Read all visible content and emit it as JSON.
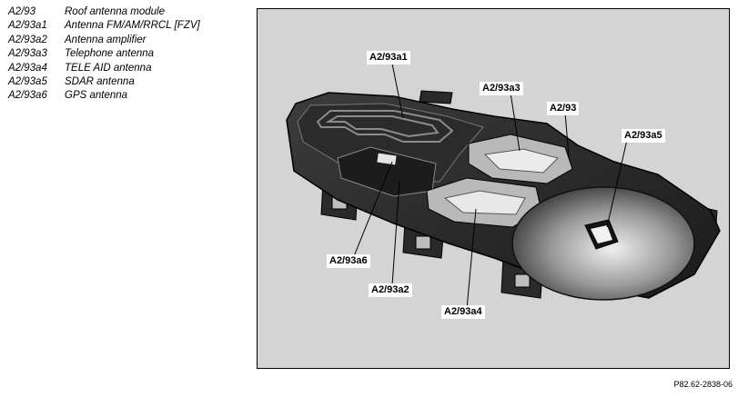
{
  "legend": [
    {
      "code": "A2/93",
      "description": "Roof antenna module"
    },
    {
      "code": "A2/93a1",
      "description": "Antenna FM/AM/RRCL [FZV]"
    },
    {
      "code": "A2/93a2",
      "description": "Antenna amplifier"
    },
    {
      "code": "A2/93a3",
      "description": "Telephone antenna"
    },
    {
      "code": "A2/93a4",
      "description": "TELE AID antenna"
    },
    {
      "code": "A2/93a5",
      "description": "SDAR antenna"
    },
    {
      "code": "A2/93a6",
      "description": "GPS antenna"
    }
  ],
  "callouts": {
    "a1": "A2/93a1",
    "a3": "A2/93a3",
    "main": "A2/93",
    "a5": "A2/93a5",
    "a6": "A2/93a6",
    "a2": "A2/93a2",
    "a4": "A2/93a4"
  },
  "reference": "P82.62-2838-06"
}
